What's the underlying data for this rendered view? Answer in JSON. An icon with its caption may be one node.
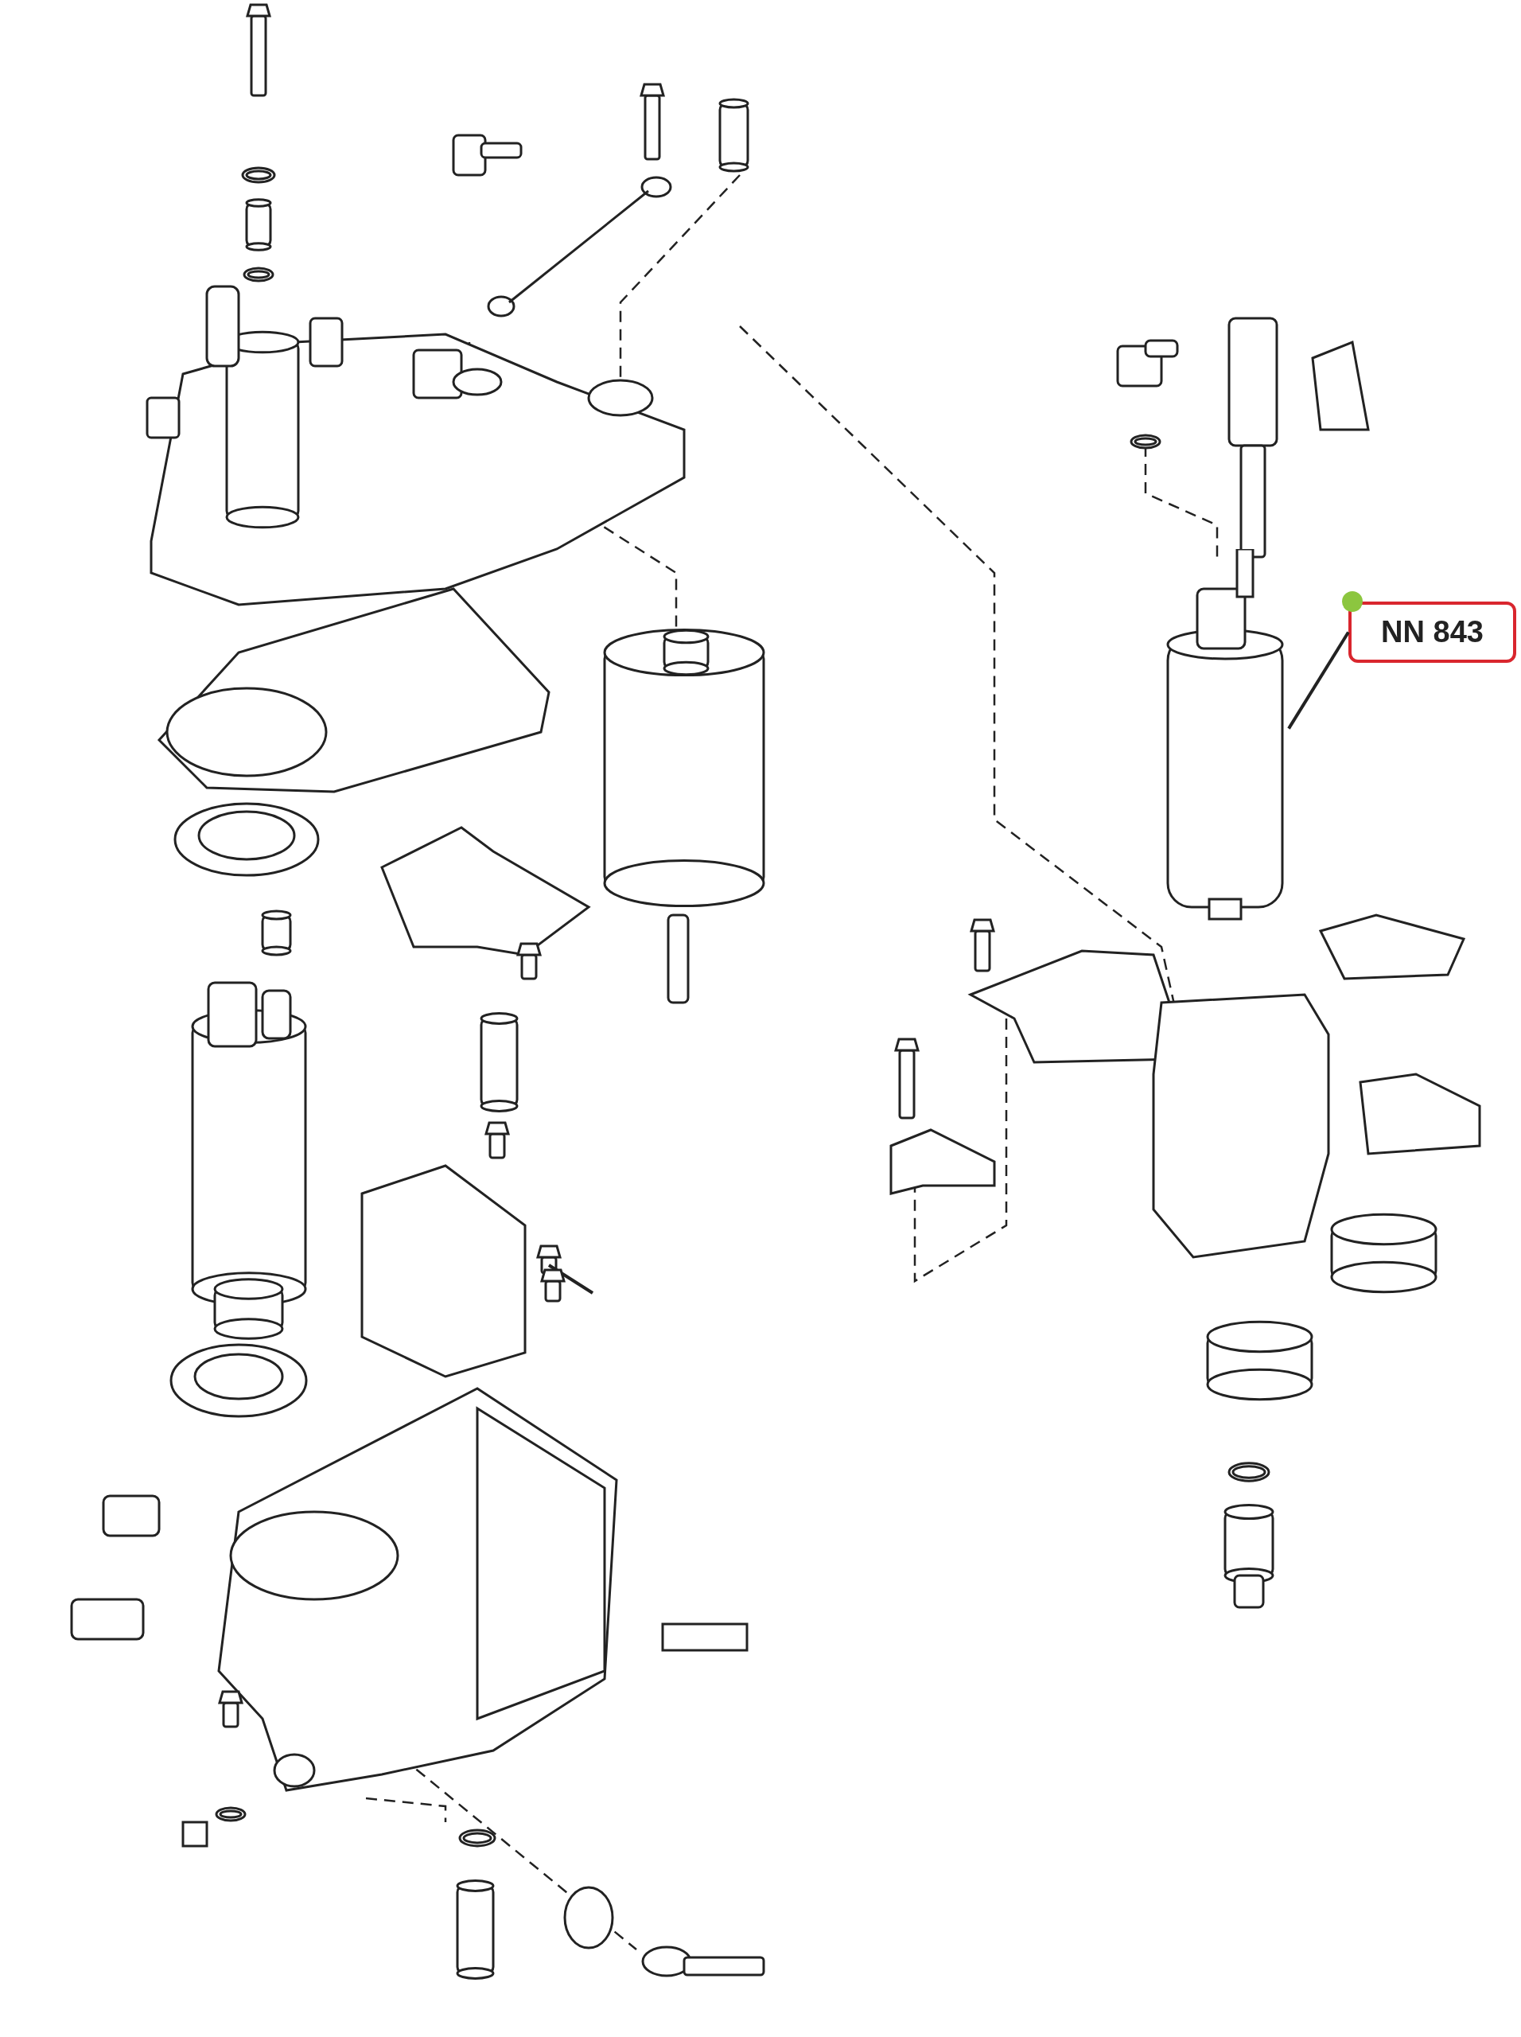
{
  "diagram": {
    "nodes": [
      {
        "text": [
          "NN 843"
        ]
      },
      {
        "text": [],
        "shape": "cylinder"
      }
    ],
    "edges": [
      {
        "from": 0,
        "to": 1,
        "arrow": "none"
      }
    ]
  }
}
